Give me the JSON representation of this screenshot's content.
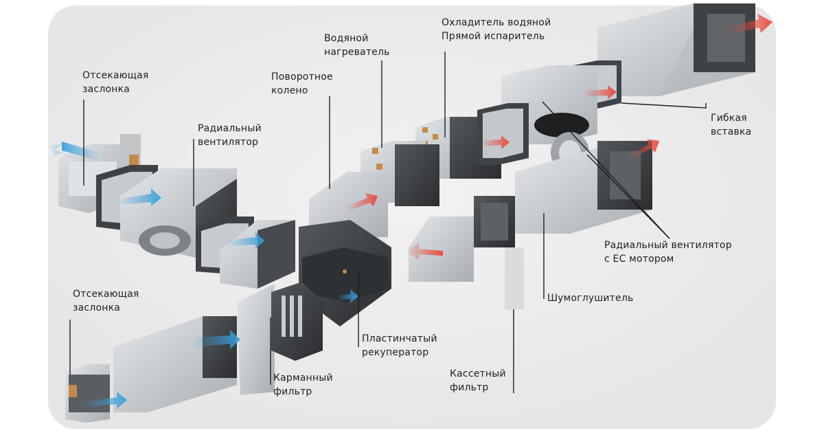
{
  "labels": {
    "damper_top": "Отсекающая\nзаслонка",
    "radial_fan": "Радиальный\nвентилятор",
    "elbow": "Поворотное\nколено",
    "water_heater": "Водяной\nнагреватель",
    "water_cooler": "Охладитель водяной\nПрямой испаритель",
    "flex_insert": "Гибкая\nвставка",
    "ec_fan": "Радиальный вентилятор\nс ЕС мотором",
    "silencer": "Шумоглушитель",
    "plate_recuperator": "Пластинчатый\nрекуператор",
    "cassette_filter": "Кассетный\nфильтр",
    "damper_bottom": "Отсекающая\nзаслонка",
    "pocket_filter": "Карманный\nфильтр"
  },
  "colors": {
    "background": "#ededed",
    "duct_light": "#c9cdd1",
    "duct_dark": "#3a3d40",
    "airflow_cold": "#3aa0dc",
    "airflow_hot": "#e8463a",
    "leader_line": "#1e1e1e"
  },
  "icons": [
    "arrow-cold-icon",
    "arrow-hot-icon"
  ]
}
